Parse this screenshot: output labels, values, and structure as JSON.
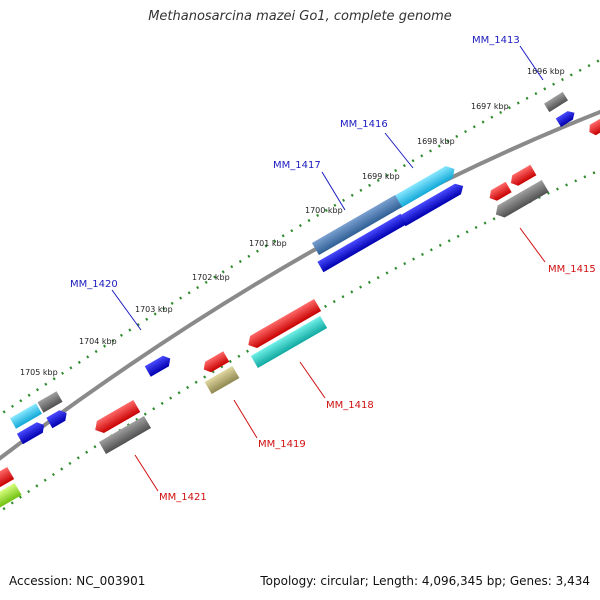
{
  "title": "Methanosarcina mazei Go1, complete genome",
  "footer": {
    "accession_label": "Accession:",
    "accession": "NC_003901",
    "topology_text": "Topology: circular; Length: 4,096,345 bp; Genes: 3,434"
  },
  "ticks": [
    "1696 kbp",
    "1697 kbp",
    "1698 kbp",
    "1699 kbp",
    "1700 kbp",
    "1701 kbp",
    "1702 kbp",
    "1703 kbp",
    "1704 kbp",
    "1705 kbp"
  ],
  "gene_labels": {
    "forward": [
      "MM_1413",
      "MM_1416",
      "MM_1417",
      "MM_1420"
    ],
    "reverse": [
      "MM_1415",
      "MM_1418",
      "MM_1419",
      "MM_1421"
    ]
  },
  "colors": {
    "backbone": "#8a8a8a",
    "tick_dots": "#2e8b2e",
    "forward_label": "#1b1bbf",
    "reverse_label": "#d01010",
    "gene_red": "#ee1111",
    "gene_blue": "#1010e0",
    "gene_gray": "#707070",
    "gene_cyan": "#22c8e8",
    "gene_steel": "#4a7fb5",
    "gene_teal": "#20c8c0",
    "gene_olive": "#b8b070",
    "gene_lime": "#9ee030"
  }
}
